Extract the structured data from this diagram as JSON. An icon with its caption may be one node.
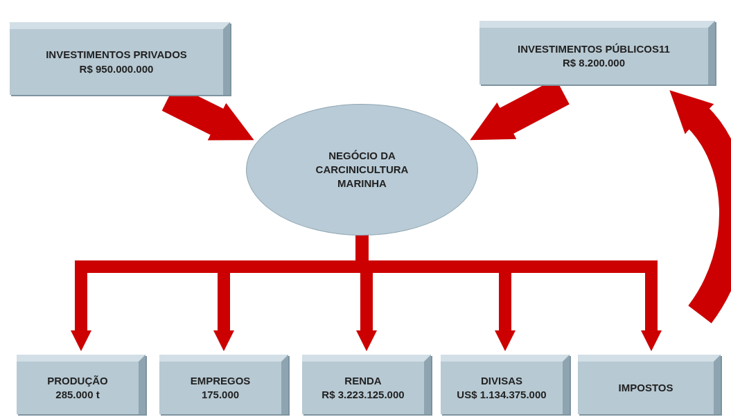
{
  "diagram": {
    "nodes": [
      {
        "text": [
          "INVESTIMENTOS PRIVADOS",
          "R$ 950.000.000"
        ]
      },
      {
        "text": [
          "INVESTIMENTOS PÚBLICOS11",
          "R$ 8.200.000"
        ]
      },
      {
        "text": [
          "NEGÓCIO DA CARCINICULTURA MARINHA"
        ]
      },
      {
        "text": [
          "PRODUÇÃO",
          "285.000 t"
        ]
      },
      {
        "text": [
          "EMPREGOS",
          "175.000"
        ]
      },
      {
        "text": [
          "RENDA",
          "R$ 3.223.125.000"
        ]
      },
      {
        "text": [
          "DIVISAS",
          "US$ 1.134.375.000"
        ]
      },
      {
        "text": [
          "IMPOSTOS"
        ]
      }
    ],
    "edges": [
      {
        "from": 0,
        "to": 2,
        "arrow": "to",
        "style": "thick"
      },
      {
        "from": 1,
        "to": 2,
        "arrow": "to",
        "style": "thick"
      },
      {
        "from": 2,
        "to": 3,
        "arrow": "to"
      },
      {
        "from": 2,
        "to": 4,
        "arrow": "to"
      },
      {
        "from": 2,
        "to": 5,
        "arrow": "to"
      },
      {
        "from": 2,
        "to": 6,
        "arrow": "to"
      },
      {
        "from": 2,
        "to": 7,
        "arrow": "to"
      },
      {
        "from": 7,
        "to": 1,
        "arrow": "to",
        "style": "thick"
      }
    ]
  }
}
